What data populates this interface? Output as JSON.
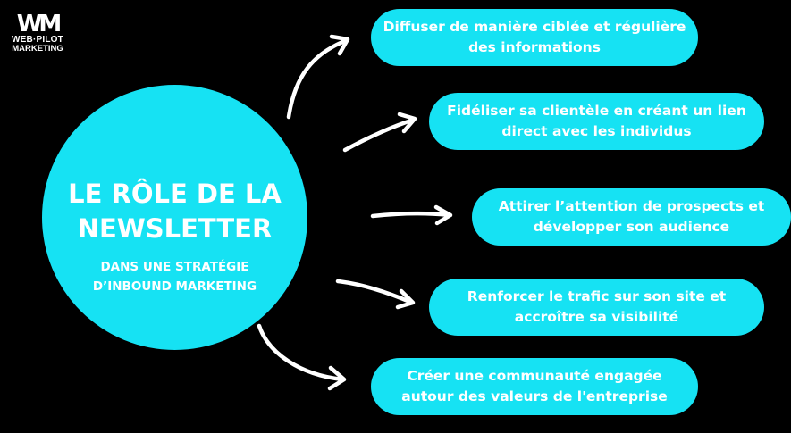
{
  "logo": {
    "mark": "WM",
    "line1": "WEB·PILOT",
    "line2": "MARKETING"
  },
  "center": {
    "title": "LE RÔLE DE LA NEWSLETTER",
    "subtitle": "DANS UNE STRATÉGIE D’INBOUND MARKETING"
  },
  "roles": [
    "Diffuser de manière ciblée et régulière des informations",
    "Fidéliser sa clientèle en créant un lien direct avec les individus",
    "Attirer l’attention de prospects et développer son audience",
    "Renforcer le trafic sur son site et accroître sa visibilité",
    "Créer une communauté engagée autour des valeurs de l'entreprise"
  ],
  "colors": {
    "accent": "#16e2f3",
    "background": "#000000",
    "text": "#ffffff"
  }
}
